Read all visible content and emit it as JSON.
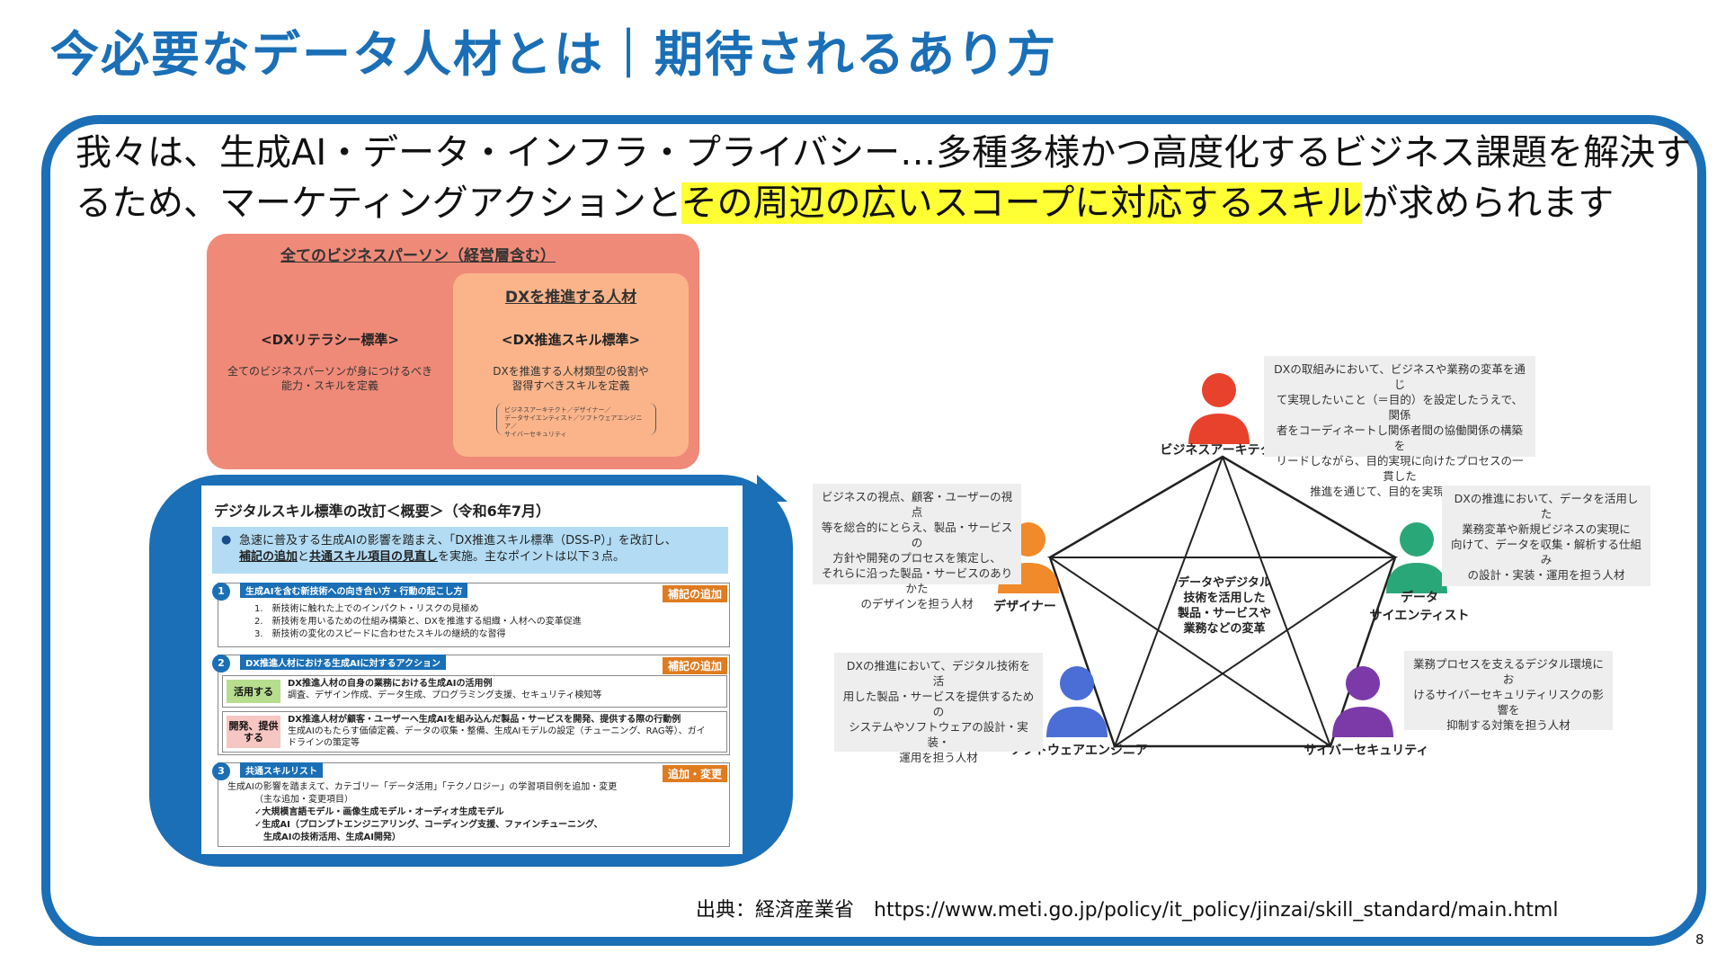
{
  "title": "今必要なデータ人材とは｜期待されるあり方",
  "lead": {
    "part1": "我々は、生成AI・データ・インフラ・プライバシー…多種多様かつ高度化するビジネス課題を解決するため、マーケティングアクションと",
    "highlight": "その周辺の広いスコープに対応するスキル",
    "part2": "が求められます"
  },
  "dx_standards": {
    "outer_title": "全てのビジネスパーソン（経営層含む）",
    "inner_title": "DXを推進する人材",
    "literacy_heading": "<DXリテラシー標準>",
    "literacy_desc_1": "全てのビジネスパーソンが身につけるべき",
    "literacy_desc_2": "能力・スキルを定義",
    "skill_heading": "<DX推進スキル標準>",
    "skill_desc_1": "DXを推進する人材類型の役割や",
    "skill_desc_2": "習得すべきスキルを定義",
    "roles_line_1": "ビジネスアーキテクト／デザイナー／",
    "roles_line_2": "データサイエンティスト／ソフトウェアエンジニア／",
    "roles_line_3": "サイバーセキュリティ"
  },
  "doc": {
    "title": "デジタルスキル標準の改訂＜概要＞（令和6年7月）",
    "intro_1": "急速に普及する生成AIの影響を踏まえ、「DX推進スキル標準（DSS-P）」を改訂し、",
    "intro_2a": "補記の追加",
    "intro_2b": "と",
    "intro_2c": "共通スキル項目の見直し",
    "intro_2d": "を実施。主なポイントは以下３点。",
    "sec1_num": "1",
    "sec1_label": "生成AIを含む新技術への向き合い方・行動の起こし方",
    "sec1_tag": "補記の追加",
    "sec1_item1": "1.　新技術に触れた上でのインパクト・リスクの見極め",
    "sec1_item2": "2.　新技術を用いるための仕組み構築と、DXを推進する組織・人材への変革促進",
    "sec1_item3": "3.　新技術の変化のスピードに合わせたスキルの継続的な習得",
    "sec2_num": "2",
    "sec2_label": "DX推進人材における生成AIに対するアクション",
    "sec2_tag": "補記の追加",
    "act1_label": "活用する",
    "act1_title": "DX推進人材の自身の業務における生成AIの活用例",
    "act1_desc": "調査、デザイン作成、データ生成、プログラミング支援、セキュリティ検知等",
    "act2_label_1": "開発、提供",
    "act2_label_2": "する",
    "act2_title": "DX推進人材が顧客・ユーザーへ生成AIを組み込んだ製品・サービスを開発、提供する際の行動例",
    "act2_desc_1": "生成AIのもたらす価値定義、データの収集・整備、生成AIモデルの設定（チューニング、RAG等）、ガイ",
    "act2_desc_2": "ドラインの策定等",
    "sec3_num": "3",
    "sec3_label": "共通スキルリスト",
    "sec3_tag": "追加・変更",
    "sec3_line1": "生成AIの影響を踏まえて、カテゴリー「データ活用」「テクノロジー」の学習項目例を追加・変更",
    "sec3_line2": "（主な追加・変更項目）",
    "sec3_line3": "✓大規模言語モデル・画像生成モデル・オーディオ生成モデル",
    "sec3_line4": "✓生成AI（プロンプトエンジニアリング、コーディング支援、ファインチューニング、",
    "sec3_line5": "　生成AIの技術活用、生成AI開発）"
  },
  "roles": {
    "center_1": "データやデジタル",
    "center_2": "技術を活用した",
    "center_3": "製品・サービスや",
    "center_4": "業務などの変革",
    "architect": {
      "label": "ビジネスアーキテクト",
      "color": "#e8422c",
      "desc_1": "DXの取組みにおいて、ビジネスや業務の変革を通じ",
      "desc_2": "て実現したいこと（＝目的）を設定したうえで、関係",
      "desc_3": "者をコーディネートし関係者間の協働関係の構築を",
      "desc_4": "リードしながら、目的実現に向けたプロセスの一貫した",
      "desc_5": "推進を通じて、目的を実現する人材"
    },
    "designer": {
      "label": "デザイナー",
      "color": "#f08a2a",
      "desc_1": "ビジネスの視点、顧客・ユーザーの視点",
      "desc_2": "等を総合的にとらえ、製品・サービスの",
      "desc_3": "方針や開発のプロセスを策定し、",
      "desc_4": "それらに沿った製品・サービスのありかた",
      "desc_5": "のデザインを担う人材"
    },
    "scientist": {
      "label_1": "データ",
      "label_2": "サイエンティスト",
      "color": "#2aa778",
      "desc_1": "DXの推進において、データを活用した",
      "desc_2": "業務変革や新規ビジネスの実現に",
      "desc_3": "向けて、データを収集・解析する仕組み",
      "desc_4": "の設計・実装・運用を担う人材"
    },
    "engineer": {
      "label": "ソフトウェアエンジニア",
      "color": "#4a6ed6",
      "desc_1": "DXの推進において、デジタル技術を活",
      "desc_2": "用した製品・サービスを提供するための",
      "desc_3": "システムやソフトウェアの設計・実装・",
      "desc_4": "運用を担う人材"
    },
    "security": {
      "label": "サイバーセキュリティ",
      "color": "#7b3aa8",
      "desc_1": "業務プロセスを支えるデジタル環境にお",
      "desc_2": "けるサイバーセキュリティリスクの影響を",
      "desc_3": "抑制する対策を担う人材"
    }
  },
  "source": "出典：経済産業省　https://www.meti.go.jp/policy/it_policy/jinzai/skill_standard/main.html",
  "page_number": "8"
}
